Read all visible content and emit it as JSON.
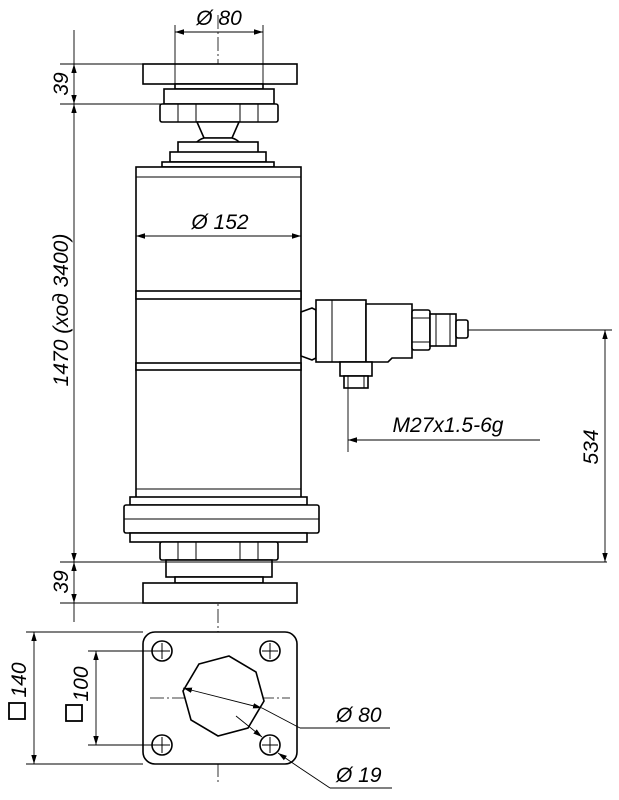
{
  "dimensions": {
    "top_diameter": "Ø 80",
    "body_diameter": "Ø 152",
    "top_height": "39",
    "overall_length": "1470 (ход 3400)",
    "bottom_height": "39",
    "port_thread": "M27x1.5-6g",
    "port_position": "534",
    "flange_outer": "140",
    "flange_bolt": "100",
    "bolt_circle": "Ø 80",
    "hole_diameter": "Ø 19"
  },
  "colors": {
    "line": "#000000",
    "background": "#ffffff"
  }
}
